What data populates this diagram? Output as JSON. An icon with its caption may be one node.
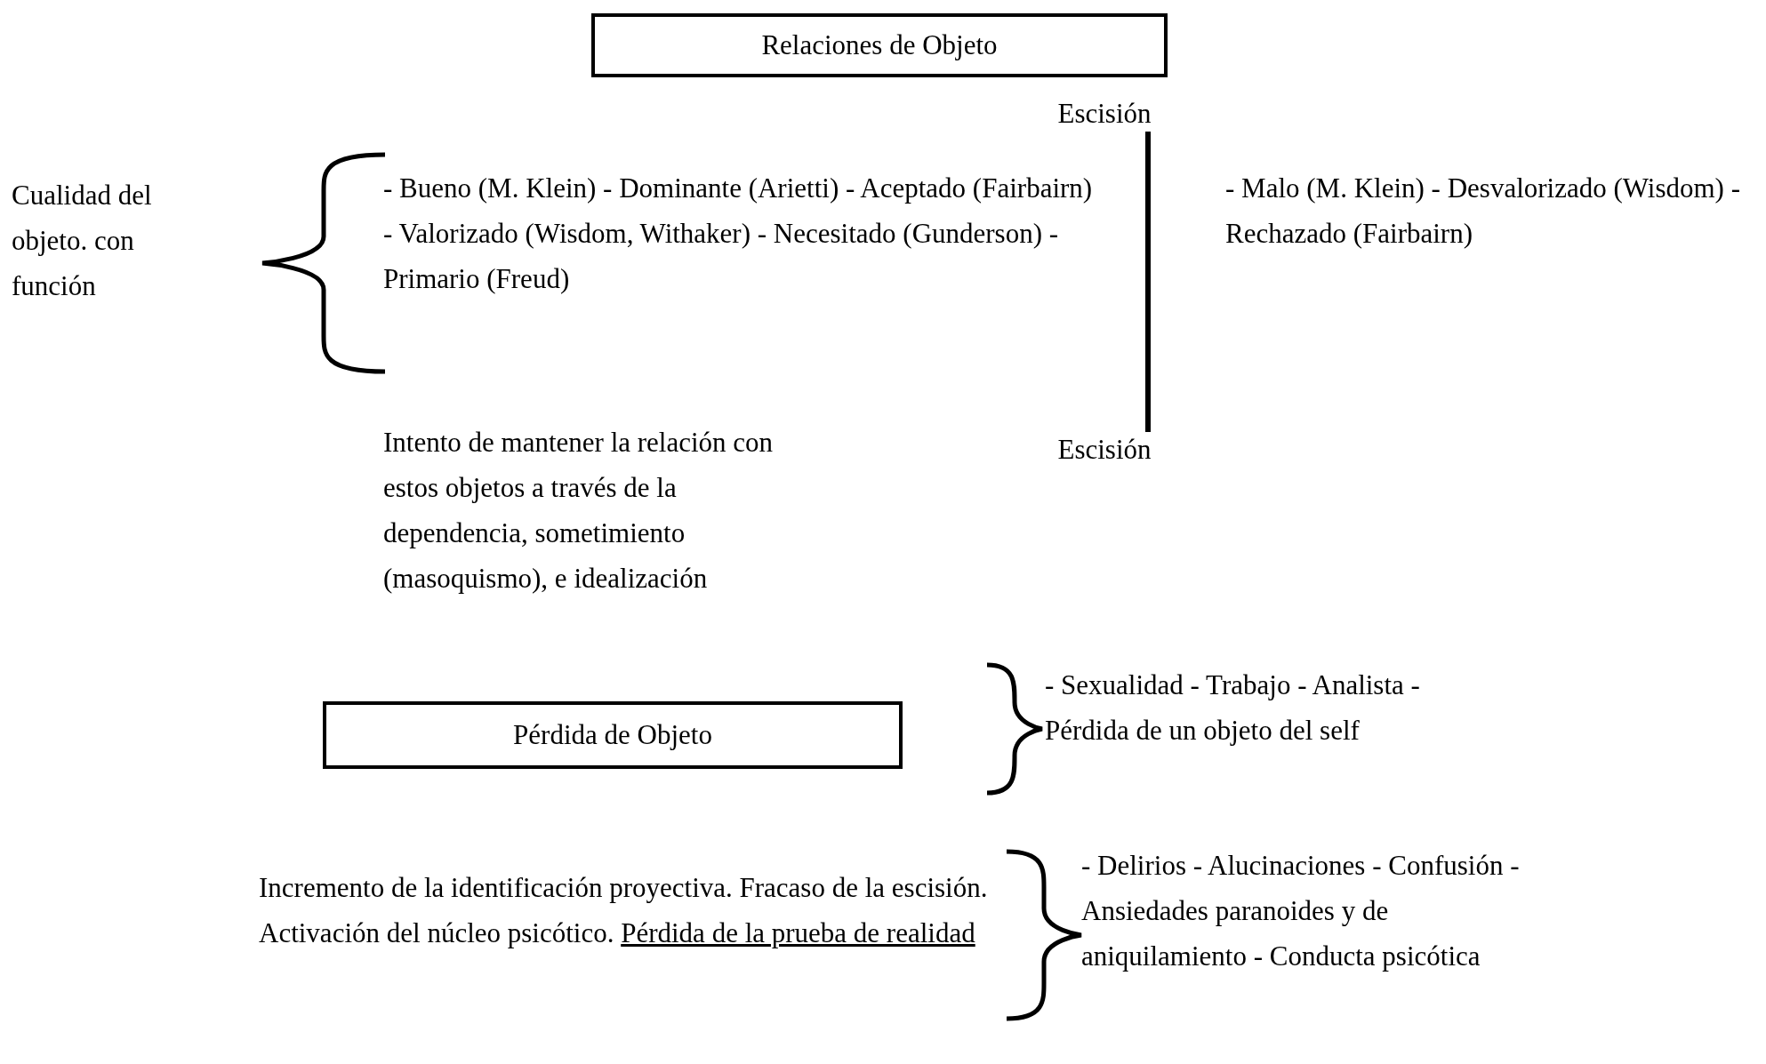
{
  "diagram": {
    "nodes": [
      {
        "text": [
          "Relaciones de Objeto"
        ]
      },
      {
        "text": [
          "Escisión"
        ]
      },
      {
        "text": [
          "Escisión"
        ]
      },
      {
        "text": [
          "Pérdida de Objeto"
        ]
      }
    ],
    "edges": [
      {
        "from": 1,
        "to": 2,
        "arrow": "none"
      }
    ],
    "labels": [
      "Cualidad del objeto. con función",
      "- Bueno (M. Klein) - Dominante (Arietti) - Aceptado (Fairbairn) - Valorizado (Wisdom, Withaker) - Necesitado (Gunderson) - Primario (Freud)",
      "- Malo (M. Klein) - Desvalorizado (Wisdom) - Rechazado (Fairbairn)",
      "Intento de mantener la relación con estos objetos a través de la dependencia, sometimiento (masoquismo), e idealización",
      "- Sexualidad - Trabajo - Analista - Pérdida de un objeto del self",
      "Incremento de la identificación proyectiva. Fracaso de la escisión. Activación del núcleo psicótico.",
      "Pérdida de la prueba de realidad",
      "- Delirios - Alucinaciones - Confusión - Ansiedades paranoides y de aniquilamiento - Conducta psicótica"
    ]
  }
}
